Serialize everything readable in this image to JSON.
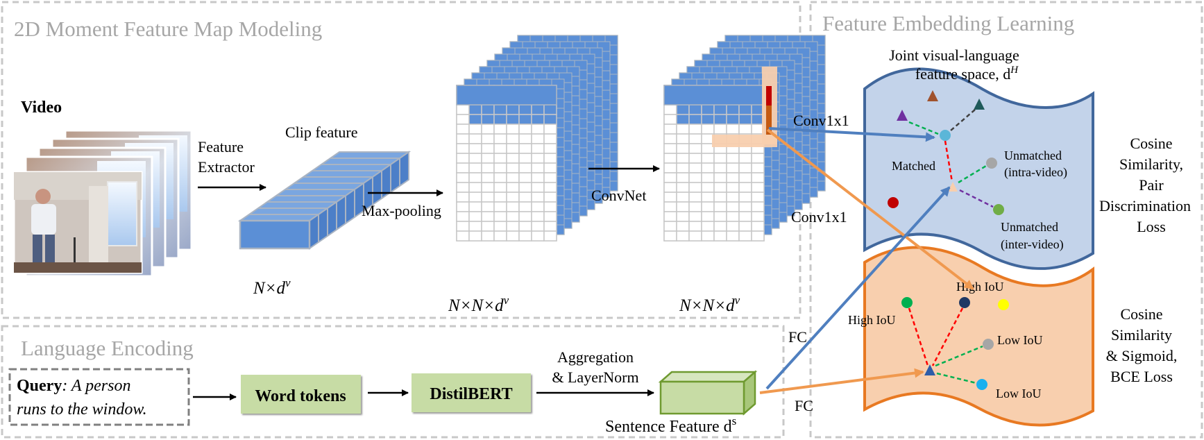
{
  "panels": {
    "moment_map": "2D Moment Feature Map Modeling",
    "language": "Language Encoding",
    "embedding": "Feature Embedding Learning"
  },
  "video": {
    "title": "Video",
    "extractor_line1": "Feature",
    "extractor_line2": "Extractor"
  },
  "clip": {
    "title": "Clip feature",
    "dim": "N×d",
    "dim_sup": "v"
  },
  "maxpool": {
    "label": "Max-pooling",
    "dim": "N×N×d",
    "dim_sup": "v"
  },
  "convnet": {
    "label": "ConvNet",
    "dim": "N×N×d",
    "dim_sup": "v"
  },
  "arrows": {
    "conv_top": "Conv1x1",
    "conv_mid": "Conv1x1",
    "fc_top": "FC",
    "fc_bottom": "FC"
  },
  "query": {
    "bold": "Query",
    "line1": ": A person",
    "line2": "runs to the window."
  },
  "language": {
    "word_tokens": "Word tokens",
    "distilbert": "DistilBERT",
    "agg_line1": "Aggregation",
    "agg_line2": "& LayerNorm",
    "sentence": "Sentence Feature d",
    "sentence_sup": "s"
  },
  "joint_space": {
    "line1": "Joint visual-language",
    "line2": "feature space, d",
    "sup": "H",
    "matched": "Matched",
    "unmatched_intra_1": "Unmatched",
    "unmatched_intra_2": "(intra-video)",
    "unmatched_inter_1": "Unmatched",
    "unmatched_inter_2": "(inter-video)",
    "loss_1": "Cosine",
    "loss_2": "Similarity,",
    "loss_3": "Pair",
    "loss_4": "Discrimination",
    "loss_5": "Loss"
  },
  "iou_space": {
    "high_iou_top": "High IoU",
    "high_iou_left": "High IoU",
    "low_iou_1": "Low IoU",
    "low_iou_2": "Low IoU",
    "loss_1": "Cosine",
    "loss_2": "Similarity",
    "loss_3": "& Sigmoid,",
    "loss_4": "BCE Loss"
  },
  "colors": {
    "panel_border": "#c8c8c8",
    "cube_blue": "#5b8fd6",
    "grid_line": "#c7c7c7",
    "top_space_fill": "#c3d3ea",
    "top_space_border": "#41679c",
    "bottom_space_fill": "#f8cfae",
    "bottom_space_border": "#e87922",
    "green_box": "#c7dca5",
    "blue_arrow": "#4f7fbf",
    "orange_arrow": "#f0994f"
  }
}
